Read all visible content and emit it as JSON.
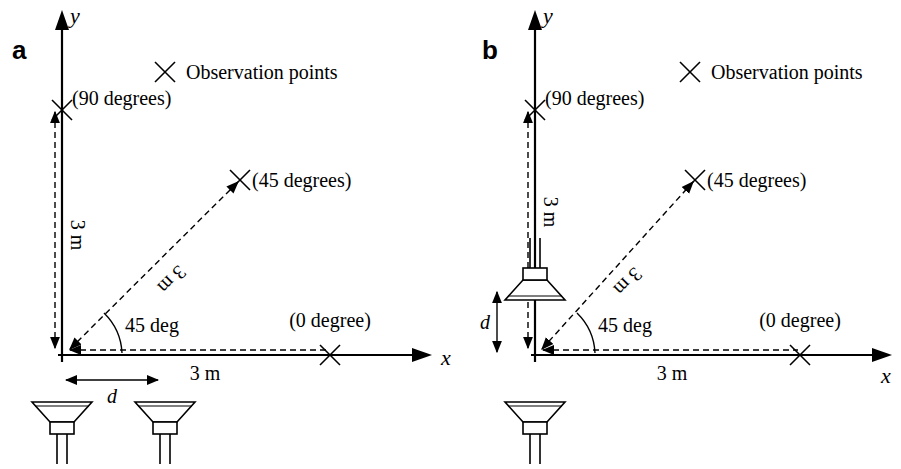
{
  "diagram": {
    "labels": [
      "a",
      "y",
      "Observation points",
      "(90 degrees)",
      "(45 degrees)",
      "3 m",
      "3 m",
      "45 deg",
      "(0 degree)",
      "3 m",
      "d",
      "x",
      "b",
      "y",
      "Observation points",
      "(90 degrees)",
      "(45 degrees)",
      "3 m",
      "3 m",
      "d",
      "45 deg",
      "(0 degree)",
      "3 m",
      "x"
    ]
  }
}
